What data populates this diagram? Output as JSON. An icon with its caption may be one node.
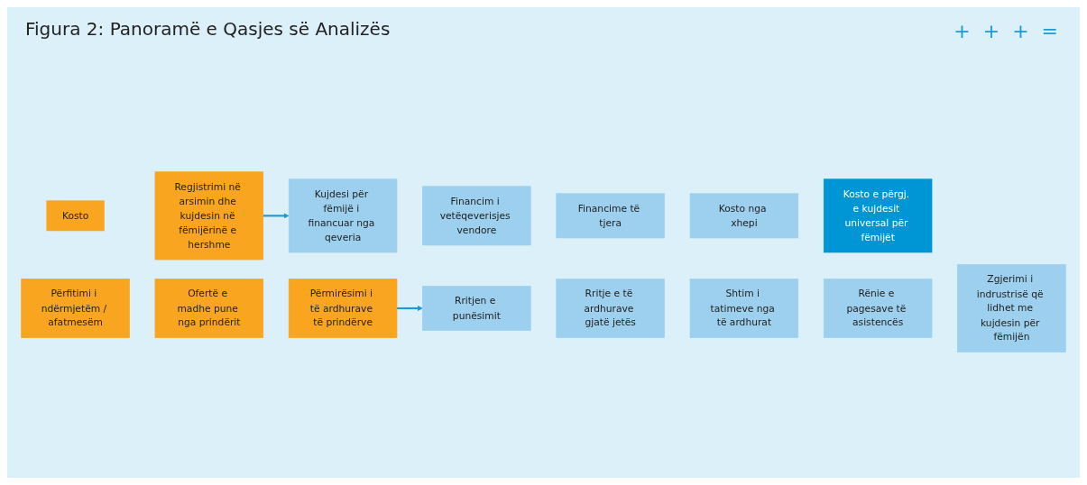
{
  "diagram": {
    "title": "Figura 2: Panoramë e Qasjes së Analizës",
    "nodes": [
      {
        "text": [
          "Kosto"
        ]
      },
      {
        "text": [
          "Regjistrimi në arsimin dhe kujdesin në fëmijërinë e hershme"
        ]
      },
      {
        "text": [
          "Kujdesi për fëmijë i financuar nga qeveria"
        ]
      },
      {
        "text": [
          "Financim i vetëqeverisjes vendore"
        ]
      },
      {
        "text": [
          "Financime të tjera"
        ]
      },
      {
        "text": [
          "Kosto nga xhepi"
        ]
      },
      {
        "text": [
          "Kosto e përgj. e kujdesit universal për fëmijët"
        ]
      },
      {
        "text": [
          "Përfitimi i ndërmjetëm / afatmesëm"
        ]
      },
      {
        "text": [
          "Ofertë e madhe pune nga prindërit"
        ]
      },
      {
        "text": [
          "Përmirësimi i të ardhurave të prindërve"
        ]
      },
      {
        "text": [
          "Rritjen e punësimit"
        ]
      },
      {
        "text": [
          "Rritje e të ardhurave gjatë jetës"
        ]
      },
      {
        "text": [
          "Shtim i tatimeve nga të ardhurat"
        ]
      },
      {
        "text": [
          "Rënie e pagesave të asistencës"
        ]
      },
      {
        "text": [
          "Zgjerimi i indrustrisë që lidhet me kujdesin për fëmijën"
        ]
      }
    ],
    "edges": [
      {
        "from": 1,
        "to": 2,
        "arrow": "to"
      },
      {
        "from": 9,
        "to": 10,
        "arrow": "to"
      }
    ],
    "labels": [
      "+",
      "+",
      "+",
      "="
    ]
  }
}
